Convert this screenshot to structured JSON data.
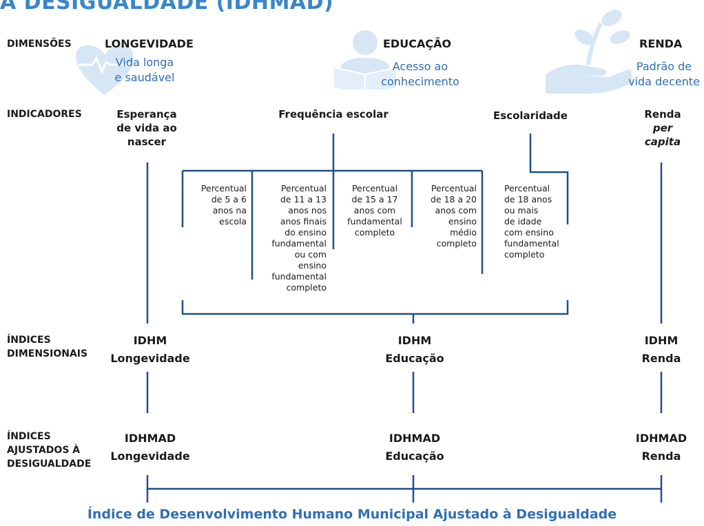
{
  "title": "A DESIGUALDADE (IDHMAD)",
  "row_labels": {
    "dimensoes": "DIMENSÕES",
    "indicadores": "INDICADORES",
    "indices_dimensionais_1": "ÍNDICES",
    "indices_dimensionais_2": "DIMENSIONAIS",
    "ajustados_1": "ÍNDICES",
    "ajustados_2": "AJUSTADOS À",
    "ajustados_3": "DESIGUALDADE"
  },
  "dimensions": {
    "longevidade": {
      "name": "LONGEVIDADE",
      "desc1": "Vida longa",
      "desc2": "e saudável"
    },
    "educacao": {
      "name": "EDUCAÇÃO",
      "desc1": "Acesso ao",
      "desc2": "conhecimento"
    },
    "renda": {
      "name": "RENDA",
      "desc1": "Padrão de",
      "desc2": "vida decente"
    }
  },
  "indicators": {
    "esperanca_1": "Esperança",
    "esperanca_2": "de vida ao",
    "esperanca_3": "nascer",
    "frequencia": "Frequência escolar",
    "escolaridade": "Escolaridade",
    "renda_1": "Renda",
    "renda_2": "per",
    "renda_3": "capita"
  },
  "subindicators": {
    "s1": [
      "Percentual",
      "de 5 a 6",
      "anos na",
      "escola"
    ],
    "s2": [
      "Percentual",
      "de 11 a 13",
      "anos nos",
      "anos finais",
      "do ensino",
      "fundamental",
      "ou com",
      "ensino",
      "fundamental",
      "completo"
    ],
    "s3": [
      "Percentual",
      "de 15 a 17",
      "anos com",
      "fundamental",
      "completo"
    ],
    "s4": [
      "Percentual",
      "de 18 a 20",
      "anos com",
      "ensino",
      "médio",
      "completo"
    ],
    "s5": [
      "Percentual",
      "de 18 anos",
      "ou mais",
      "de idade",
      "com ensino",
      "fundamental",
      "completo"
    ]
  },
  "dimensional_indices": {
    "longevidade": {
      "l1": "IDHM",
      "l2": "Longevidade"
    },
    "educacao": {
      "l1": "IDHM",
      "l2": "Educação"
    },
    "renda": {
      "l1": "IDHM",
      "l2": "Renda"
    }
  },
  "adjusted_indices": {
    "longevidade": {
      "l1": "IDHMAD",
      "l2": "Longevidade"
    },
    "educacao": {
      "l1": "IDHMAD",
      "l2": "Educação"
    },
    "renda": {
      "l1": "IDHMAD",
      "l2": "Renda"
    }
  },
  "footer": "Índice de Desenvolvimento Humano Municipal Ajustado à Desigualdade",
  "colors": {
    "line": "#1f4e8c",
    "accent_text": "#2f6fb4",
    "icon": "#cfe1f3"
  },
  "icons": [
    "heart-pulse-icon",
    "person-reading-icon",
    "hand-plant-icon"
  ]
}
